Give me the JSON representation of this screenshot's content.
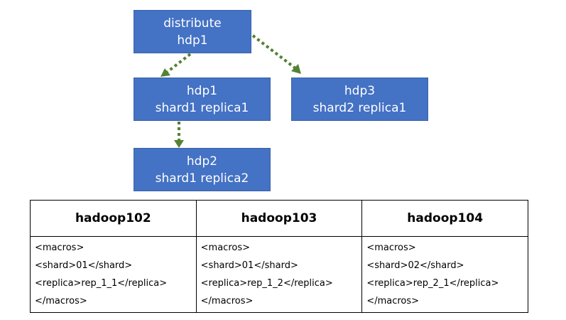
{
  "diagram": {
    "nodes": {
      "distribute": {
        "line1": "distribute",
        "line2": "hdp1"
      },
      "hdp1": {
        "line1": "hdp1",
        "line2": "shard1 replica1"
      },
      "hdp3": {
        "line1": "hdp3",
        "line2": "shard2 replica1"
      },
      "hdp2": {
        "line1": "hdp2",
        "line2": "shard1 replica2"
      }
    },
    "colors": {
      "node_fill": "#4472c4",
      "arrow": "#548235"
    }
  },
  "table": {
    "headers": [
      "hadoop102",
      "hadoop103",
      "hadoop104"
    ],
    "columns": [
      [
        "<macros>",
        "<shard>01</shard>",
        "<replica>rep_1_1</replica>",
        "</macros>"
      ],
      [
        "<macros>",
        "<shard>01</shard>",
        "<replica>rep_1_2</replica>",
        "</macros>"
      ],
      [
        "<macros>",
        "<shard>02</shard>",
        "<replica>rep_2_1</replica>",
        "</macros>"
      ]
    ]
  }
}
